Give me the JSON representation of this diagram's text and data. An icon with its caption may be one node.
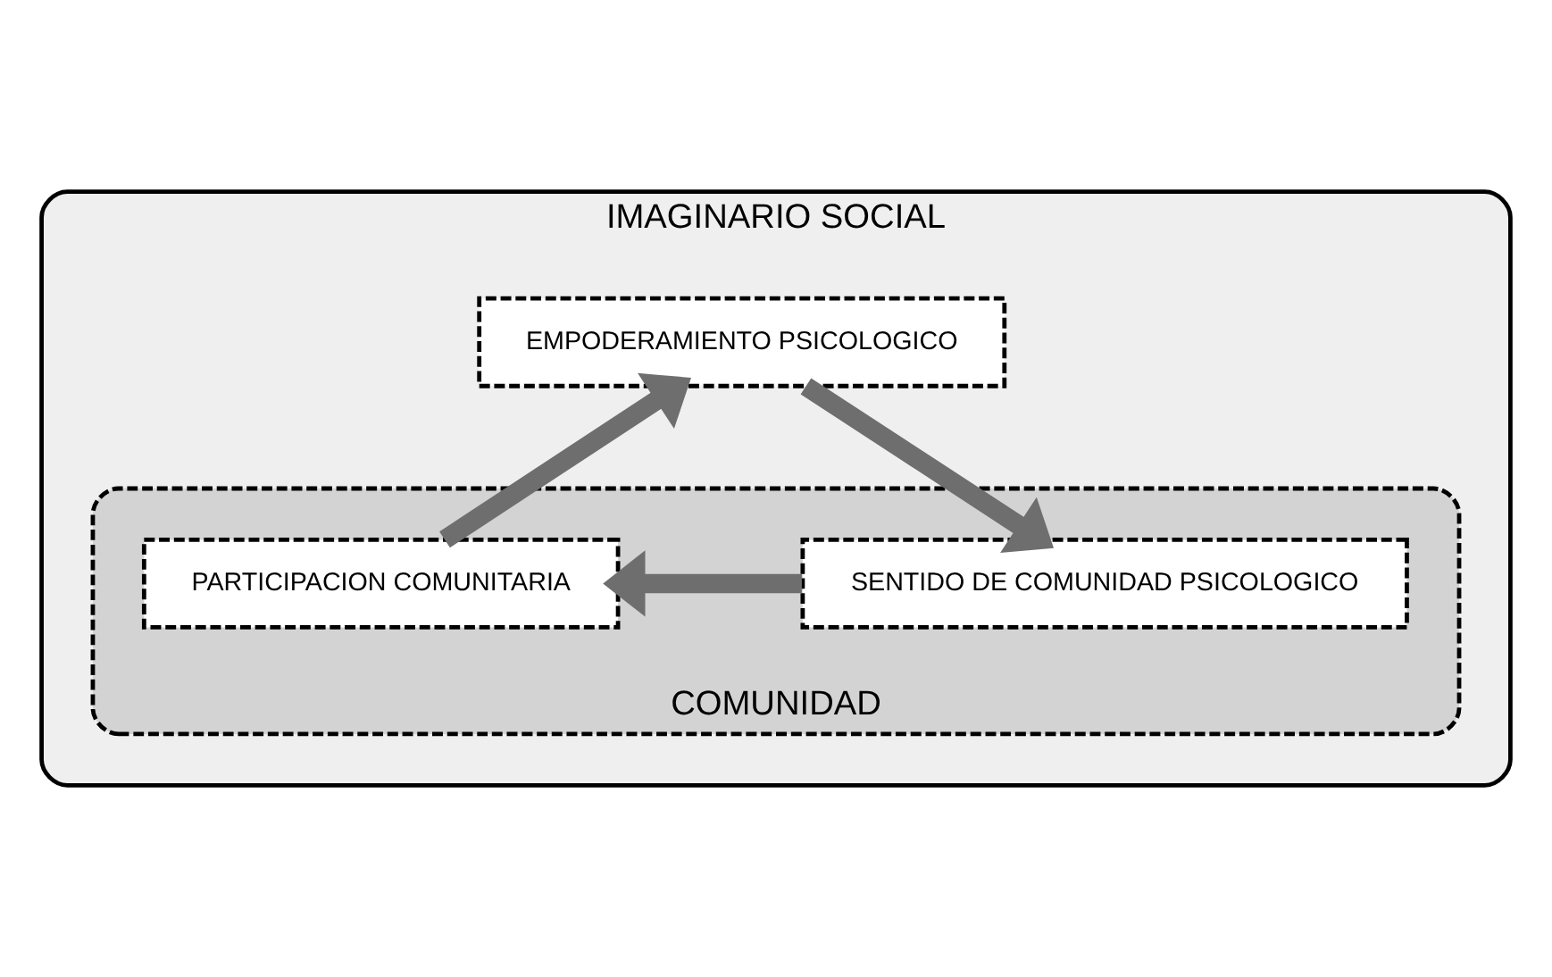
{
  "diagram": {
    "nodes": [
      {
        "text": [
          "IMAGINARIO SOCIAL"
        ]
      },
      {
        "text": [
          "EMPODERAMIENTO PSICOLOGICO"
        ],
        "in": 0
      },
      {
        "text": [
          "COMUNIDAD"
        ],
        "in": 0
      },
      {
        "text": [
          "PARTICIPACION COMUNITARIA"
        ],
        "in": 2
      },
      {
        "text": [
          "SENTIDO DE COMUNIDAD PSICOLOGICO"
        ],
        "in": 2
      }
    ],
    "edges": [
      {
        "from": 3,
        "to": 1,
        "arrow": "to"
      },
      {
        "from": 1,
        "to": 4,
        "arrow": "to"
      },
      {
        "from": 4,
        "to": 3,
        "arrow": "to"
      }
    ]
  }
}
